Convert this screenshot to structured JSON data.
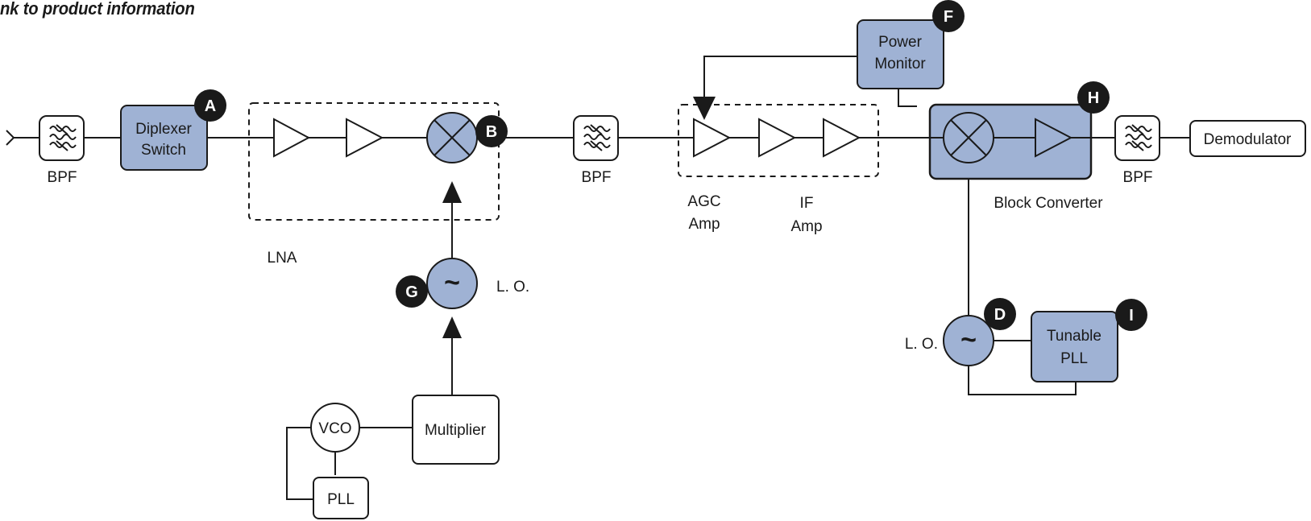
{
  "header": {
    "link_text": "nk to product information"
  },
  "colors": {
    "block_fill": "#9fb2d4",
    "stroke": "#1a1a1a",
    "badge": "#1a1a1a",
    "background": "#ffffff"
  },
  "labels": {
    "bpf_1": "BPF",
    "bpf_2": "BPF",
    "bpf_3": "BPF",
    "lna": "LNA",
    "agc_amp_line1": "AGC",
    "agc_amp_line2": "Amp",
    "if_amp_line1": "IF",
    "if_amp_line2": "Amp",
    "block_converter": "Block Converter",
    "lo_1": "L. O.",
    "lo_2": "L. O."
  },
  "blocks": {
    "diplexer_line1": "Diplexer",
    "diplexer_line2": "Switch",
    "power_monitor_line1": "Power",
    "power_monitor_line2": "Monitor",
    "tunable_pll_line1": "Tunable",
    "tunable_pll_line2": "PLL",
    "demodulator": "Demodulator",
    "multiplier": "Multiplier",
    "vco": "VCO",
    "pll": "PLL"
  },
  "badges": {
    "a": "A",
    "b": "B",
    "d": "D",
    "f": "F",
    "g": "G",
    "h": "H",
    "i": "I"
  },
  "symbols": {
    "tilde": "~"
  },
  "icons": {
    "filter": "bandpass-filter-icon",
    "amplifier": "amplifier-triangle-icon",
    "mixer": "mixer-icon",
    "oscillator": "oscillator-icon"
  }
}
